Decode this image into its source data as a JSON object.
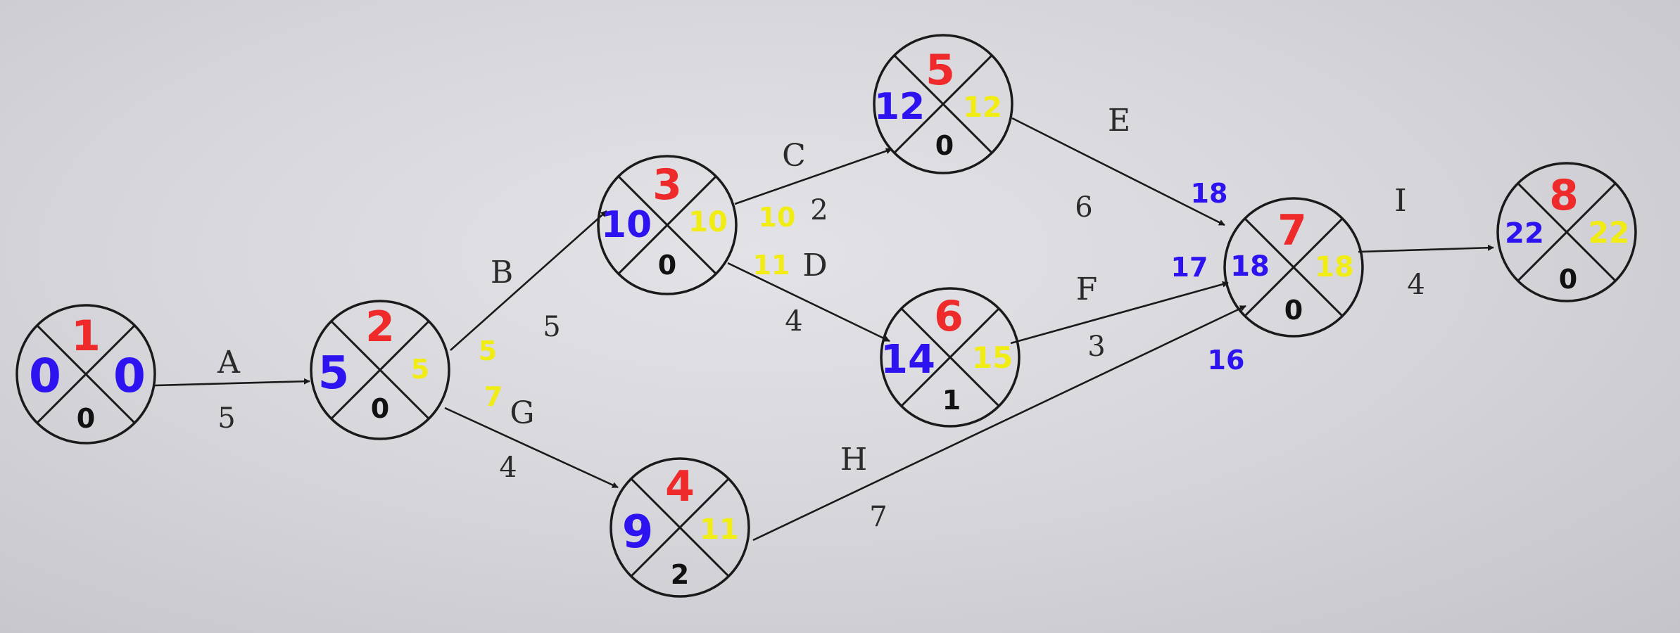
{
  "colors": {
    "event_number": "#ee2a2a",
    "earliest_time": "#2d13f0",
    "latest_time": "#f0ec14",
    "float": "#111111",
    "line": "#1a1a1a"
  },
  "nodes": [
    {
      "id": "1",
      "left": "0",
      "right": "0",
      "bottom": "0"
    },
    {
      "id": "2",
      "left": "5",
      "right": "5",
      "bottom": "0"
    },
    {
      "id": "3",
      "left": "10",
      "right": "10",
      "bottom": "0"
    },
    {
      "id": "4",
      "left": "9",
      "right": "11",
      "bottom": "2"
    },
    {
      "id": "5",
      "left": "12",
      "right": "12",
      "bottom": "0"
    },
    {
      "id": "6",
      "left": "14",
      "right": "15",
      "bottom": "1"
    },
    {
      "id": "7",
      "left": "18",
      "right": "18",
      "bottom": "0"
    },
    {
      "id": "8",
      "left": "22",
      "right": "22",
      "bottom": "0"
    }
  ],
  "activities": [
    {
      "name": "A",
      "duration": "5"
    },
    {
      "name": "B",
      "duration": "5"
    },
    {
      "name": "G",
      "duration": "4"
    },
    {
      "name": "C",
      "duration": "2"
    },
    {
      "name": "D",
      "duration": "4"
    },
    {
      "name": "H",
      "duration": "7"
    },
    {
      "name": "E",
      "duration": "6"
    },
    {
      "name": "F",
      "duration": "3"
    },
    {
      "name": "I",
      "duration": "4"
    }
  ],
  "annotations": {
    "after_2_B": "5",
    "after_2_G": "7",
    "after_3_C": "10",
    "after_3_D": "11",
    "before_7_E": "18",
    "before_7_F": "17",
    "before_7_H": "16"
  }
}
